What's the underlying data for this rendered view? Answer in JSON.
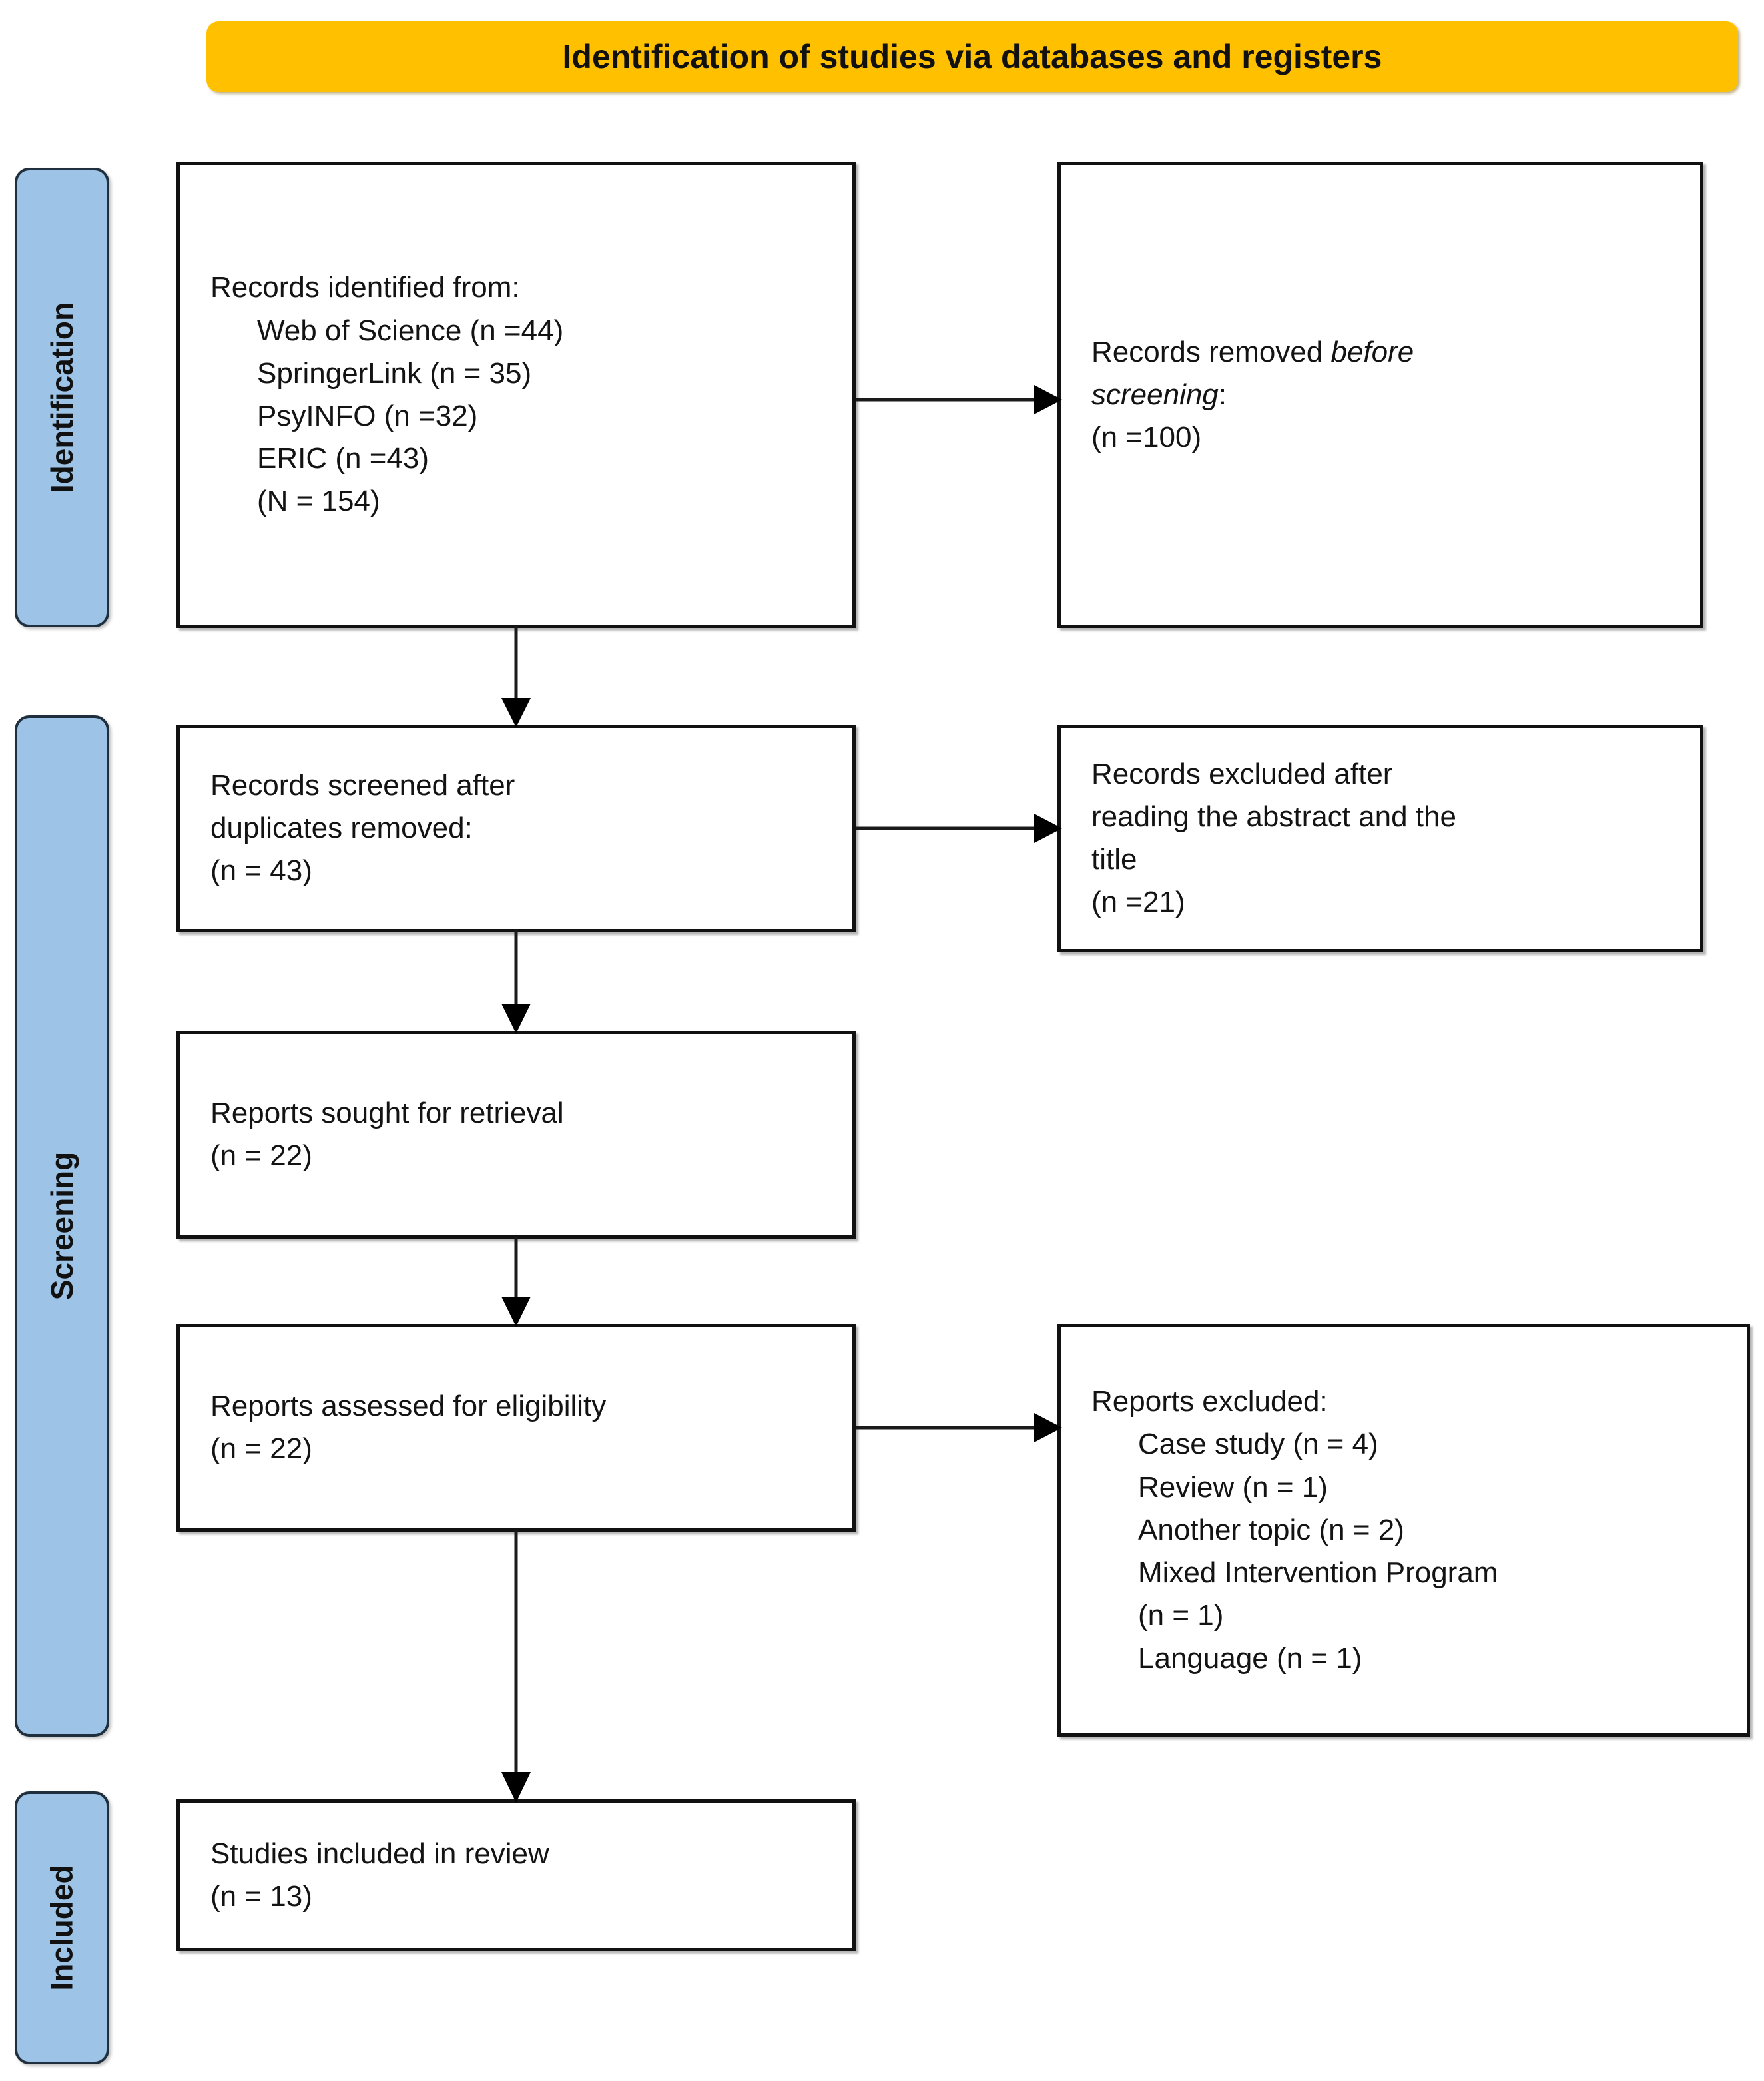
{
  "header": {
    "title": "Identification of studies via databases and registers",
    "background_color": "#FFC000"
  },
  "stages": [
    {
      "id": "identification",
      "label": "Identification",
      "color": "#9DC3E6"
    },
    {
      "id": "screening",
      "label": "Screening",
      "color": "#9DC3E6"
    },
    {
      "id": "included",
      "label": "Included",
      "color": "#9DC3E6"
    }
  ],
  "boxes": {
    "identified": {
      "name": "records-identified",
      "lines": [
        "Records identified from:",
        "Web of Science (n =44)",
        "SpringerLink (n = 35)",
        "PsyINFO (n =32)",
        "ERIC (n =43)",
        "(N = 154)"
      ]
    },
    "removed": {
      "name": "records-removed-before-screening",
      "line1_prefix": "Records removed ",
      "line1_italic": "before",
      "line2_italic": "screening",
      "line2_suffix": ":",
      "line3": " (n =100)"
    },
    "screened": {
      "name": "records-screened",
      "lines": [
        "Records screened after",
        "duplicates removed:",
        "(n = 43)"
      ]
    },
    "excluded_abstract": {
      "name": "records-excluded-abstract-title",
      "lines": [
        "Records excluded after",
        "reading the abstract and the",
        "title",
        "(n =21)"
      ]
    },
    "sought": {
      "name": "reports-sought-for-retrieval",
      "lines": [
        "Reports sought for retrieval",
        "(n = 22)"
      ]
    },
    "assessed": {
      "name": "reports-assessed-for-eligibility",
      "lines": [
        "Reports assessed for eligibility",
        "(n = 22)"
      ]
    },
    "excluded_reports": {
      "name": "reports-excluded",
      "heading": "Reports excluded:",
      "reasons": [
        "Case study (n = 4)",
        "Review (n = 1)",
        "Another topic (n = 2)",
        "Mixed Intervention Program",
        "(n = 1)",
        "Language (n = 1)"
      ]
    },
    "included": {
      "name": "studies-included-in-review",
      "lines": [
        "Studies included in review",
        "(n = 13)"
      ]
    }
  },
  "chart_data": {
    "type": "diagram",
    "diagram_kind": "PRISMA 2020 flow diagram",
    "title": "Identification of studies via databases and registers",
    "nodes": [
      {
        "id": "identified",
        "stage": "Identification",
        "column": "left",
        "label": "Records identified from",
        "n_total": 154,
        "sources": [
          {
            "name": "Web of Science",
            "n": 44
          },
          {
            "name": "SpringerLink",
            "n": 35
          },
          {
            "name": "PsyINFO",
            "n": 32
          },
          {
            "name": "ERIC",
            "n": 43
          }
        ]
      },
      {
        "id": "removed",
        "stage": "Identification",
        "column": "right",
        "label": "Records removed before screening",
        "n": 100
      },
      {
        "id": "screened",
        "stage": "Screening",
        "column": "left",
        "label": "Records screened after duplicates removed",
        "n": 43
      },
      {
        "id": "excluded_abstract",
        "stage": "Screening",
        "column": "right",
        "label": "Records excluded after reading the abstract and the title",
        "n": 21
      },
      {
        "id": "sought",
        "stage": "Screening",
        "column": "left",
        "label": "Reports sought for retrieval",
        "n": 22
      },
      {
        "id": "assessed",
        "stage": "Screening",
        "column": "left",
        "label": "Reports assessed for eligibility",
        "n": 22
      },
      {
        "id": "excluded_reports",
        "stage": "Screening",
        "column": "right",
        "label": "Reports excluded",
        "reasons": [
          {
            "reason": "Case study",
            "n": 4
          },
          {
            "reason": "Review",
            "n": 1
          },
          {
            "reason": "Another topic",
            "n": 2
          },
          {
            "reason": "Mixed Intervention Program",
            "n": 1
          },
          {
            "reason": "Language",
            "n": 1
          }
        ]
      },
      {
        "id": "included",
        "stage": "Included",
        "column": "left",
        "label": "Studies included in review",
        "n": 13
      }
    ],
    "edges": [
      {
        "from": "identified",
        "to": "removed",
        "direction": "right"
      },
      {
        "from": "identified",
        "to": "screened",
        "direction": "down"
      },
      {
        "from": "screened",
        "to": "excluded_abstract",
        "direction": "right"
      },
      {
        "from": "screened",
        "to": "sought",
        "direction": "down"
      },
      {
        "from": "sought",
        "to": "assessed",
        "direction": "down"
      },
      {
        "from": "assessed",
        "to": "excluded_reports",
        "direction": "right"
      },
      {
        "from": "assessed",
        "to": "included",
        "direction": "down"
      }
    ]
  }
}
